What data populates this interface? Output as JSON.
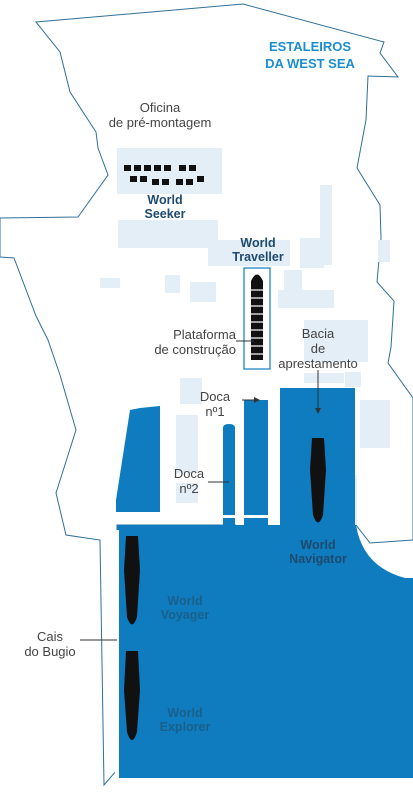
{
  "title": {
    "line1": "ESTALEIROS",
    "line2": "DA WEST SEA"
  },
  "labels": {
    "oficina_line1": "Oficina",
    "oficina_line2": "de pré-montagem",
    "plataforma_line1": "Plataforma",
    "plataforma_line2": "de construção",
    "bacia_line1": "Bacia",
    "bacia_line2": "de",
    "bacia_line3": "aprestamento",
    "doca1_line1": "Doca",
    "doca1_line2": "nº1",
    "doca2_line1": "Doca",
    "doca2_line2": "nº2",
    "cais_line1": "Cais",
    "cais_line2": "do Bugio"
  },
  "ships": {
    "seeker_line1": "World",
    "seeker_line2": "Seeker",
    "traveller_line1": "World",
    "traveller_line2": "Traveller",
    "navigator_line1": "World",
    "navigator_line2": "Navigator",
    "voyager_line1": "World",
    "voyager_line2": "Voyager",
    "explorer_line1": "World",
    "explorer_line2": "Explorer"
  },
  "colors": {
    "water": "#0f7cbf",
    "buildings": "#e3eef6",
    "outline": "#2f6f99",
    "ship": "#111111",
    "title": "#1a8ecf"
  }
}
